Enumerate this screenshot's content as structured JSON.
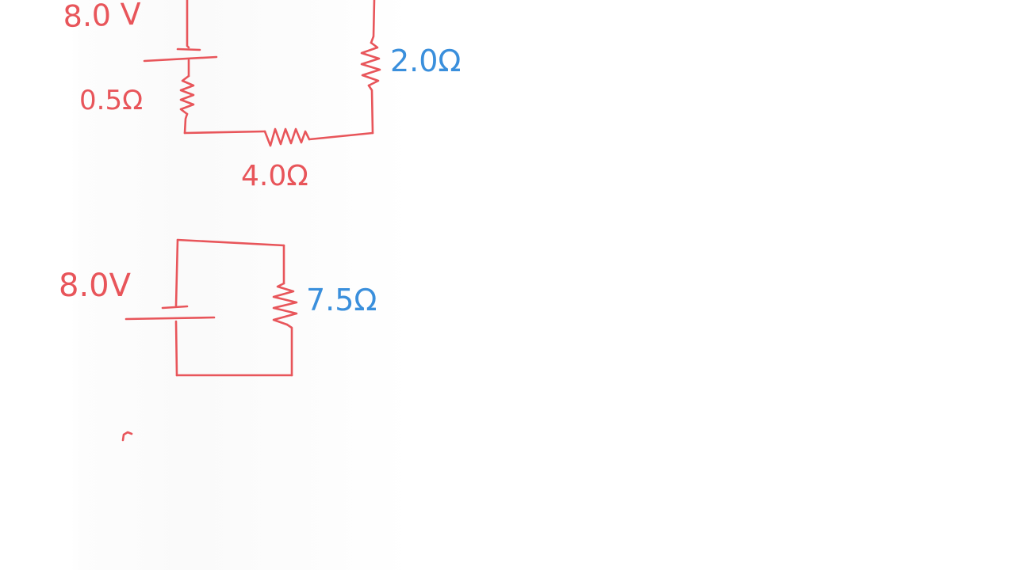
{
  "colors": {
    "circuit": "#e8555a",
    "value_label": "#3a8fdc",
    "background": "#ffffff"
  },
  "circuit_1": {
    "battery_voltage": "8.0 V",
    "internal_resistance": "0.5Ω",
    "resistor_bottom": "4.0Ω",
    "resistor_right": "2.0Ω"
  },
  "circuit_2": {
    "battery_voltage": "8.0V",
    "resistor": "7.5Ω"
  }
}
